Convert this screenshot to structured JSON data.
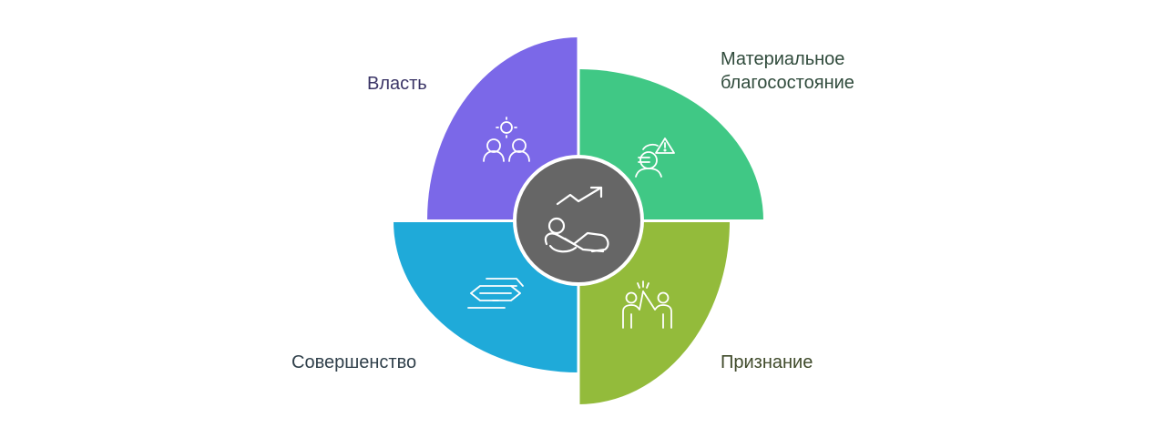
{
  "diagram": {
    "segments": [
      {
        "id": "power",
        "label": "Власть",
        "color": "#7B68E8",
        "text_color": "#3a3466",
        "icon": "people-gears-icon"
      },
      {
        "id": "wealth",
        "label_lines": [
          "Материальное",
          "благосостояние"
        ],
        "color": "#40C885",
        "text_color": "#2f4a3b",
        "icon": "euro-person-warning-icon"
      },
      {
        "id": "perfection",
        "label": "Совершенство",
        "color": "#1FAAD9",
        "text_color": "#2f3f4a",
        "icon": "double-arrows-icon"
      },
      {
        "id": "recognition",
        "label": "Признание",
        "color": "#93BB3B",
        "text_color": "#3f4a2a",
        "icon": "high-five-icon"
      }
    ],
    "center": {
      "color": "#666666",
      "border_color": "#ffffff",
      "icon": "relaxing-person-trend-up-icon"
    }
  }
}
